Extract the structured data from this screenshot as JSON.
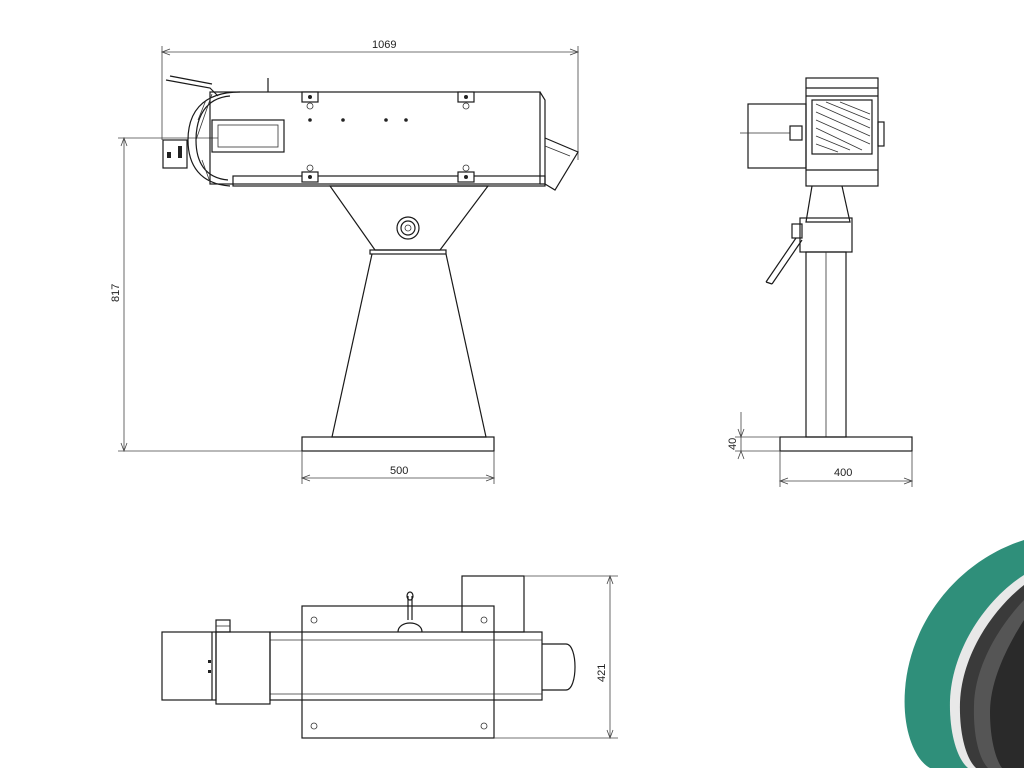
{
  "drawing": {
    "dimensions": {
      "front_width": "1069",
      "front_height": "817",
      "base_width": "500",
      "side_base_height": "40",
      "side_base_width": "400",
      "top_depth": "421"
    },
    "colors": {
      "line": "#1a1a1a",
      "belt_green": "#2f8f7a",
      "belt_dark": "#3a3a3a"
    }
  }
}
